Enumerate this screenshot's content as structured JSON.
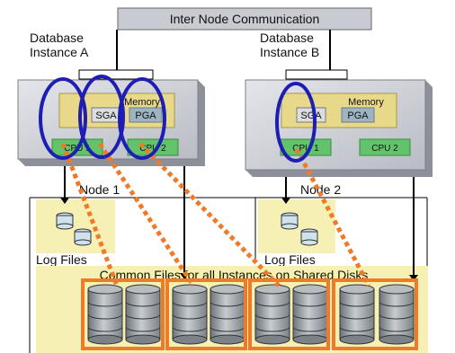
{
  "interconnect": {
    "label": "Inter Node Communication"
  },
  "instances": [
    {
      "line1": "Database",
      "line2": "Instance A"
    },
    {
      "line1": "Database",
      "line2": "Instance B"
    }
  ],
  "nodes": [
    {
      "name": "Node 1",
      "memory_label": "Memory",
      "sga_label": "SGA",
      "pga_label": "PGA",
      "cpu1_label": "CPU 1",
      "cpu2_label": "CPU 2",
      "log_label": "Log Files"
    },
    {
      "name": "Node 2",
      "memory_label": "Memory",
      "sga_label": "SGA",
      "pga_label": "PGA",
      "cpu1_label": "CPU 1",
      "cpu2_label": "CPU 2",
      "log_label": "Log Files"
    }
  ],
  "shared_storage": {
    "label": "Common Files for all Instances on Shared Disks"
  },
  "colors": {
    "highlight_ellipse": "#1e1eb4",
    "orange_path": "#f07a28",
    "node_box": "#c9ccd2",
    "memory_box": "#e8d98a",
    "cpu_box": "#63c36b",
    "pga_box": "#9fb4c2",
    "log_area": "#f6f0b4"
  }
}
